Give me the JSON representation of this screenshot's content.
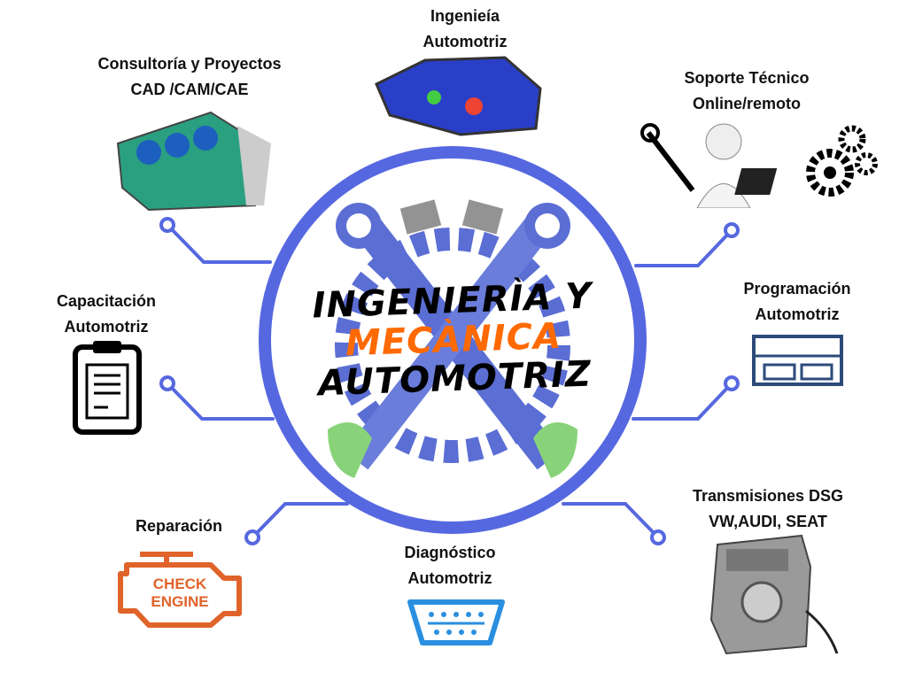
{
  "center": {
    "title_line1": "INGENIERÌA Y",
    "title_line2": "MECÀNICA",
    "title_line3": "AUTOMOTRIZ",
    "colors": {
      "ring": "#5668e0",
      "accent": "#ff6a00",
      "text": "#000000"
    }
  },
  "services": [
    {
      "line1": "Ingenieía",
      "line2": "Automotriz",
      "icon": "car-body-fea-icon"
    },
    {
      "line1": "Consultoría y Proyectos",
      "line2": "CAD /CAM/CAE",
      "icon": "engine-block-icon"
    },
    {
      "line1": "Soporte Técnico",
      "line2": "Online/remoto",
      "icon": "support-operator-icon"
    },
    {
      "line1": "Capacitación",
      "line2": "Automotriz",
      "icon": "clipboard-icon"
    },
    {
      "line1": "Programación",
      "line2": "Automotriz",
      "icon": "ecu-module-icon"
    },
    {
      "line1": "Reparación",
      "line2": "",
      "icon": "check-engine-icon",
      "badge_line1": "CHECK",
      "badge_line2": "ENGINE"
    },
    {
      "line1": "Diagnóstico",
      "line2": "Automotriz",
      "icon": "obd-connector-icon"
    },
    {
      "line1": "Transmisiones DSG",
      "line2": "VW,AUDI, SEAT",
      "icon": "dsg-gearbox-icon"
    }
  ]
}
